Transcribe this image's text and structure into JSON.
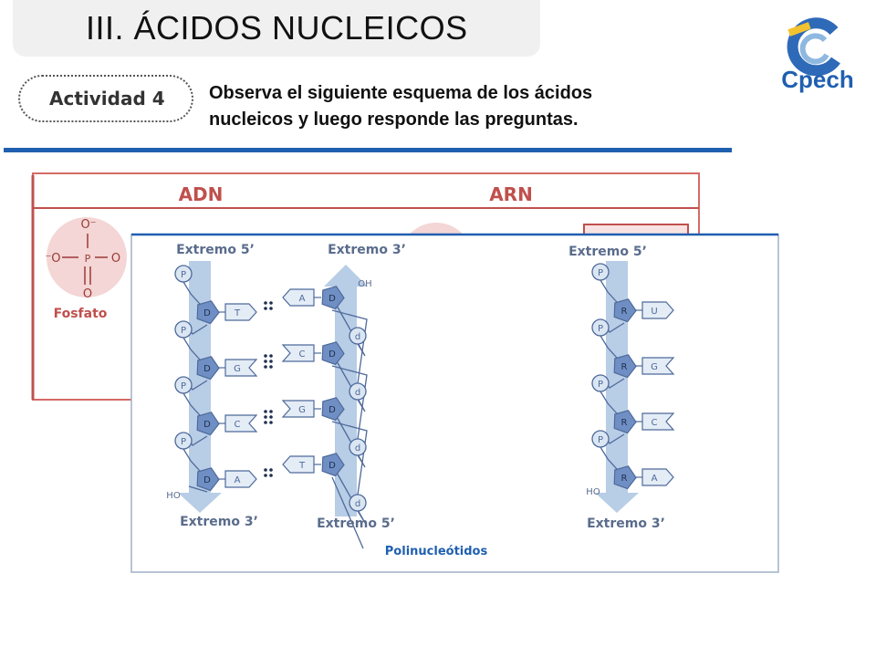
{
  "header": {
    "title": "III.  ÁCIDOS NUCLEICOS",
    "activity_label": "Actividad 4",
    "instruction_line1": "Observa el siguiente esquema de los ácidos",
    "instruction_line2": "nucleicos y luego responde las preguntas.",
    "logo_text": "Cpech"
  },
  "back_table": {
    "col1": "ADN",
    "col2": "ARN",
    "fosfato_label": "Fosfato",
    "phosphate": {
      "top": "O⁻",
      "left": "⁻O",
      "center": "P",
      "right": "O",
      "bottom": "O"
    }
  },
  "diagram": {
    "dna_left": {
      "top_label": "Extremo 5’",
      "bottom_label": "Extremo 3’",
      "end": "HO",
      "phosphate": "P",
      "sugar": "D",
      "bases": [
        "T",
        "G",
        "C",
        "A"
      ]
    },
    "dna_right": {
      "top_label": "Extremo 3’",
      "bottom_label": "Extremo 5’",
      "end": "OH",
      "phosphate": "d",
      "sugar": "D",
      "bases": [
        "A",
        "C",
        "G",
        "T"
      ]
    },
    "rna": {
      "top_label": "Extremo 5’",
      "bottom_label": "Extremo 3’",
      "end": "HO",
      "phosphate": "P",
      "sugar": "R",
      "bases": [
        "U",
        "G",
        "C",
        "A"
      ]
    },
    "caption": "Polinucleótidos"
  },
  "colors": {
    "accent_blue": "#1f5fb0",
    "table_red": "#c0504d",
    "strand": "#b8cde6",
    "sugar": "#6f8fc4",
    "label": "#5a6c8c"
  }
}
